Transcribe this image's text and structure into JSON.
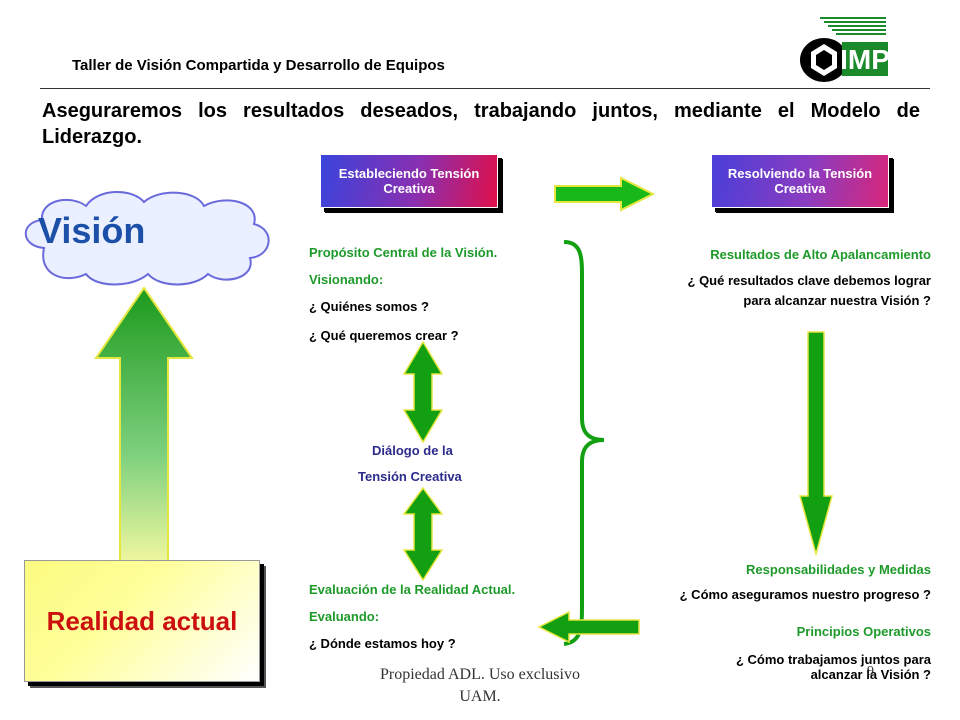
{
  "header": {
    "title": "Taller de Visión Compartida y Desarrollo de Equipos",
    "logo_text": "IMP"
  },
  "intro": "Aseguraremos los resultados deseados, trabajando juntos, mediante el Modelo de Liderazgo.",
  "vision_label": "Visión",
  "reality_label": "Realidad actual",
  "box_left": "Estableciendo Tensión Creativa",
  "box_right": "Resolviendo la Tensión Creativa",
  "left_top": {
    "heading": "Propósito Central de la Visión.",
    "sub": "Visionando:",
    "q1": "¿ Quiénes  somos  ?",
    "q2": "¿ Qué  queremos  crear  ?"
  },
  "dialog": {
    "line1": "Diálogo de la",
    "line2": "Tensión Creativa"
  },
  "left_bottom": {
    "heading": "Evaluación de la Realidad Actual.",
    "sub": "Evaluando:",
    "q1": "¿ Dónde  estamos  hoy  ?"
  },
  "right_top": {
    "heading": "Resultados de Alto Apalancamiento",
    "q1": "¿ Qué resultados clave debemos lograr",
    "q2": "para alcanzar nuestra Visión ?"
  },
  "right_bottom": {
    "heading1": "Responsabilidades y Medidas",
    "q1": "¿ Cómo aseguramos nuestro progreso ?",
    "heading2": "Principios Operativos",
    "q2a": "¿ Cómo trabajamos juntos para",
    "q2b": "alcanzar la Visión ?"
  },
  "footer": "Propiedad ADL. Uso exclusivo UAM.",
  "page_number": "9",
  "colors": {
    "green_arrow": "#12a012",
    "green_text": "#1e9a2a",
    "blue_text": "#2b2b8c",
    "red_text": "#cc1010",
    "vision_blue": "#1c4fa8"
  }
}
